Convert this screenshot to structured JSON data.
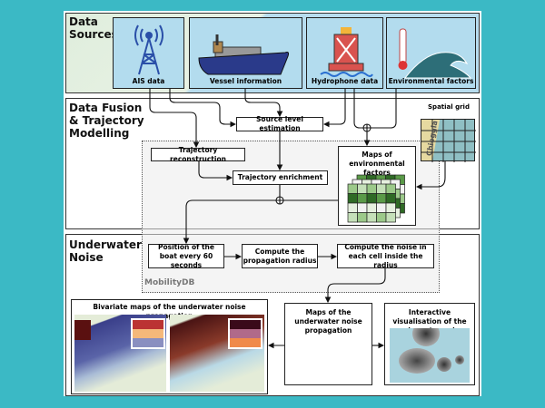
{
  "sections": {
    "data_sources": "Data Sources",
    "data_fusion": "Data Fusion & Trajectory Modelling",
    "underwater_noise": "Underwater Noise"
  },
  "sources": [
    {
      "label": "AIS data",
      "icon": "antenna-tower-icon"
    },
    {
      "label": "Vessel information",
      "icon": "boat-icon"
    },
    {
      "label": "Hydrophone data",
      "icon": "buoy-icon"
    },
    {
      "label": "Environmental factors",
      "icon": "thermometer-wave-icon"
    }
  ],
  "fusion": {
    "source_level": "Source level estimation",
    "spatial_grid": "Spatial grid",
    "grid_map_label": "Chioggia",
    "traj_reconstruction": "Trajectory reconstruction",
    "traj_enrichment": "Trajectory enrichment",
    "env_maps": "Maps of environmental factors"
  },
  "noise": {
    "position": "Position of the boat every 60 seconds",
    "radius": "Compute the propagation radius",
    "compute_noise": "Compute the noise in each cell inside the radius",
    "mobilitydb": "MobilityDB",
    "bivariate": "Bivariate maps of the underwater noise propagation",
    "noise_maps": "Maps of the underwater noise propagation",
    "interactive": "Interactive visualisation of the underwater noise"
  },
  "colors": {
    "background": "#3bb9c5",
    "source_fill": "#b3dcee",
    "green": "#4f8f3a",
    "boat": "#2a3a8a",
    "buoy": "#d9534f"
  }
}
